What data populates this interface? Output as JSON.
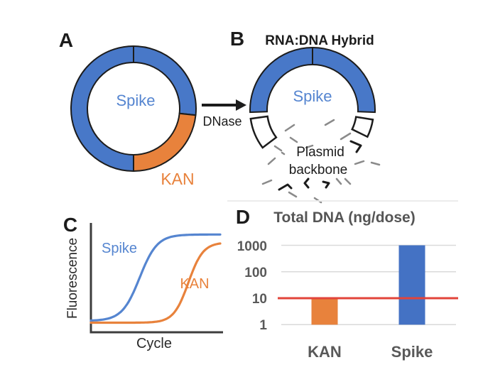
{
  "colors": {
    "blue": "#4472C4",
    "blue_ring": "#4878C8",
    "blue_text": "#5585D0",
    "orange": "#E8823C",
    "red_line": "#E2443A",
    "gridline": "#D9D9D9",
    "dash_gray": "#8A8A8A",
    "ink": "#1c1c1c",
    "axis_gray": "#3D3D3D",
    "d_text_gray": "#595959",
    "separator": "#ECECEC"
  },
  "panel_a": {
    "label": "A",
    "spike": "Spike",
    "kan": "KAN"
  },
  "dnase": {
    "label": "DNase"
  },
  "panel_b": {
    "label": "B",
    "title": "RNA:DNA Hybrid",
    "spike": "Spike",
    "backbone1": "Plasmid",
    "backbone2": "backbone"
  },
  "panel_c": {
    "label": "C",
    "ylabel": "Fluorescence",
    "xlabel": "Cycle",
    "spike_label": "Spike",
    "kan_label": "KAN"
  },
  "panel_d": {
    "label": "D",
    "title": "Total DNA (ng/dose)",
    "yticks": [
      "1000",
      "100",
      "10",
      "1"
    ],
    "xlabels": [
      "KAN",
      "Spike"
    ]
  },
  "chart_data": [
    {
      "type": "line",
      "panel": "C",
      "title": "qPCR amplification curves",
      "xlabel": "Cycle",
      "ylabel": "Fluorescence",
      "axis_ticks": "none",
      "x_range_norm": [
        0,
        1
      ],
      "series": [
        {
          "name": "Spike",
          "color": "#5585D0",
          "shape": "sigmoid",
          "baseline_frac": 0.105,
          "plateau_frac": 0.9,
          "midpoint_frac": 0.377,
          "steepness_frac": 0.068
        },
        {
          "name": "KAN",
          "color": "#E8823C",
          "shape": "sigmoid",
          "baseline_frac": 0.088,
          "plateau_frac": 0.827,
          "midpoint_frac": 0.754,
          "steepness_frac": 0.057
        }
      ],
      "legend_position": "inline-labels"
    },
    {
      "type": "bar",
      "panel": "D",
      "title": "Total DNA (ng/dose)",
      "categories": [
        "KAN",
        "Spike"
      ],
      "values": [
        10,
        1000
      ],
      "bar_colors": [
        "#E8823C",
        "#4472C4"
      ],
      "yscale": "log",
      "ylim": [
        1,
        1000
      ],
      "yticks": [
        1,
        10,
        100,
        1000
      ],
      "grid": true,
      "threshold_line": {
        "value": 10,
        "color": "#E2443A"
      }
    }
  ]
}
